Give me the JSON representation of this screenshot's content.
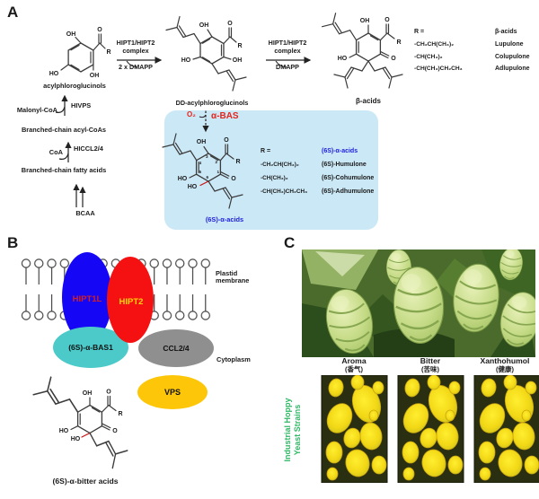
{
  "colors": {
    "blue_box_bg": "#cbe8f6",
    "red": "#e8231c",
    "blue": "#2020dd",
    "hipt1l_fill": "#1507f5",
    "hipt1l_text": "#d42020",
    "hipt2_fill": "#f51111",
    "hipt2_text": "#ffd60a",
    "bas1_fill": "#4ccaca",
    "ccl_fill": "#8f8f8f",
    "vps_fill": "#fdc608",
    "green": "#2db863"
  },
  "atoms": {
    "oh": "OH",
    "ho": "HO",
    "o": "O",
    "r": "R"
  },
  "panelA": {
    "label": "A",
    "mol1_caption": "acylphloroglucinols",
    "precursors": {
      "malonyl": "Malonyl-CoA",
      "hivps": "HIVPS",
      "acyl_coas": "Branched-chain acyl-CoAs",
      "coa": "CoA",
      "hiccl": "HICCL2/4",
      "fatty": "Branched-chain fatty acids",
      "bcaa": "BCAA"
    },
    "arrow1": {
      "line1": "HIPT1/HIPT2",
      "line2": "complex",
      "sub": "2 x DMAPP"
    },
    "mol2_caption": "DD-acylphloroglucinols",
    "arrow2": {
      "line1": "HIPT1/HIPT2",
      "line2": "complex",
      "sub": "DMAPP"
    },
    "mol3_caption": "β-acids",
    "beta_table": {
      "header_left": "R =",
      "header_right": "β-acids",
      "rows": [
        {
          "r": "-CH₂CH(CH₃)₂",
          "name": "Lupulone"
        },
        {
          "r": "-CH(CH₃)₂",
          "name": "Colupulone"
        },
        {
          "r": "-CH(CH₃)CH₂CH₃",
          "name": "Adlupulone"
        }
      ]
    },
    "blue_box": {
      "o2": "O₂",
      "enzyme": "α-BAS",
      "mol_caption": "(6S)-α-acids",
      "ring_numbers": [
        "1",
        "2",
        "3",
        "4",
        "5",
        "6"
      ],
      "table": {
        "header_left": "R =",
        "header_right": "(6S)-α-acids",
        "rows": [
          {
            "r": "-CH₂CH(CH₃)₂",
            "name": "(6S)-Humulone"
          },
          {
            "r": "-CH(CH₃)₂",
            "name": "(6S)-Cohumulone"
          },
          {
            "r": "-CH(CH₃)CH₂CH₃",
            "name": "(6S)-Adhumulone"
          }
        ]
      }
    }
  },
  "panelB": {
    "label": "B",
    "hipt1l": "HIPT1L",
    "hipt2": "HIPT2",
    "plastid_line1": "Plastid",
    "plastid_line2": "membrane",
    "bas1": "(6S)-α-BAS1",
    "ccl": "CCL2/4",
    "cytoplasm": "Cytoplasm",
    "vps": "VPS",
    "mol_caption": "(6S)-α-bitter acids"
  },
  "panelC": {
    "label": "C",
    "columns": [
      {
        "en": "Aroma",
        "zh": "(香气)"
      },
      {
        "en": "Bitter",
        "zh": "(苦味)"
      },
      {
        "en": "Xanthohumol",
        "zh": "(健康)"
      }
    ],
    "side_line1": "Industrial Hoppy",
    "side_line2": "Yeast Strains"
  }
}
